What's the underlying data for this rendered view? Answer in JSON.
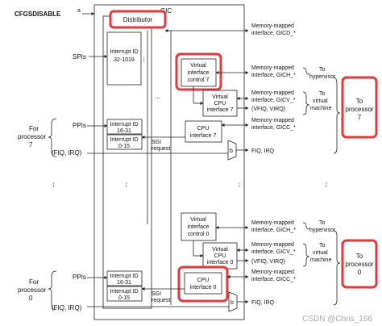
{
  "labels": {
    "cfgsdisable": "CFGSDISABLE",
    "cfgsdisable_sup": "a",
    "gic": "GIC",
    "distributor": "Distributor",
    "interrupt_id_spi": [
      "Interrupt ID",
      "32-1019"
    ],
    "spis": "SPIs",
    "ppis": "PPIs",
    "ppis_bottom": "PPIs",
    "interrupt_id_ppi": [
      "Interrupt ID",
      "16-31"
    ],
    "interrupt_id_sgi": [
      "Interrupt ID",
      "0-15"
    ],
    "interrupt_id_ppi_bottom": [
      "Interrupt ID",
      "16-31"
    ],
    "interrupt_id_sgi_bottom": [
      "Interrupt ID",
      "0-15"
    ],
    "sgi_request": [
      "SGI",
      "request"
    ],
    "sgi_request_bottom": [
      "SGI",
      "request"
    ],
    "for_processor_7": [
      "For",
      "processor",
      "7"
    ],
    "for_processor_0": [
      "For",
      "processor",
      "0"
    ],
    "fiq_irq_in_7": "(FIQ, IRQ)",
    "fiq_irq_in_0": "(FIQ, IRQ)",
    "b_letter": "b",
    "b_letter_bottom": "b",
    "ellipsis": "...",
    "ellipsis_2": "...",
    "virtual_interface_control_7": [
      "Virtual",
      "interface",
      "control 7"
    ],
    "virtual_cpu_interface_7": [
      "Virtual",
      "CPU",
      "interface 7"
    ],
    "cpu_interface_7": [
      "CPU",
      "interface 7"
    ],
    "virtual_interface_control_0": [
      "Virtual",
      "interface",
      "control 0"
    ],
    "virtual_cpu_interface_0": [
      "Virtual",
      "CPU",
      "interface 0"
    ],
    "cpu_interface_0": [
      "CPU",
      "interface 0"
    ],
    "mm_gicd": [
      "Memory-mapped",
      "interface, GICD_*"
    ],
    "mm_gich_7": [
      "Memory-mapped",
      "interface, GICH_*"
    ],
    "mm_gicv_7": [
      "Memory-mapped",
      "interface, GICV_*"
    ],
    "vfiq_virq_7": "(VFIQ, VIRQ)",
    "mm_gicc_7": [
      "Memory-mapped",
      "interface, GICC_*"
    ],
    "fiq_irq_out_7": "FIQ, IRQ",
    "mm_gich_0": [
      "Memory-mapped",
      "interface, GICH_*"
    ],
    "mm_gicv_0": [
      "Memory-mapped",
      "interface, GICV_*"
    ],
    "vfiq_virq_0": "(VFIQ, VIRQ)",
    "mm_gicc_0": [
      "Memory-mapped",
      "interface, GICC_*"
    ],
    "fiq_irq_out_0": "FIQ, IRQ",
    "to_hypervisor_7": [
      "To",
      "hypervisor"
    ],
    "to_virtual_machine_7": [
      "To",
      "virtual",
      "machine"
    ],
    "to_processor_7": [
      "To",
      "processor",
      "7"
    ],
    "to_hypervisor_0": [
      "To",
      "hypervisor"
    ],
    "to_virtual_machine_0": [
      "To",
      "virtual",
      "machine"
    ],
    "to_processor_0": [
      "To",
      "processor",
      "0"
    ],
    "watermark": "CSDN @Chris_166"
  },
  "colors": {
    "highlight": "#e0393e",
    "line": "#222222",
    "box_fill": "#ffffff",
    "gic_fill": "#ffffff"
  }
}
